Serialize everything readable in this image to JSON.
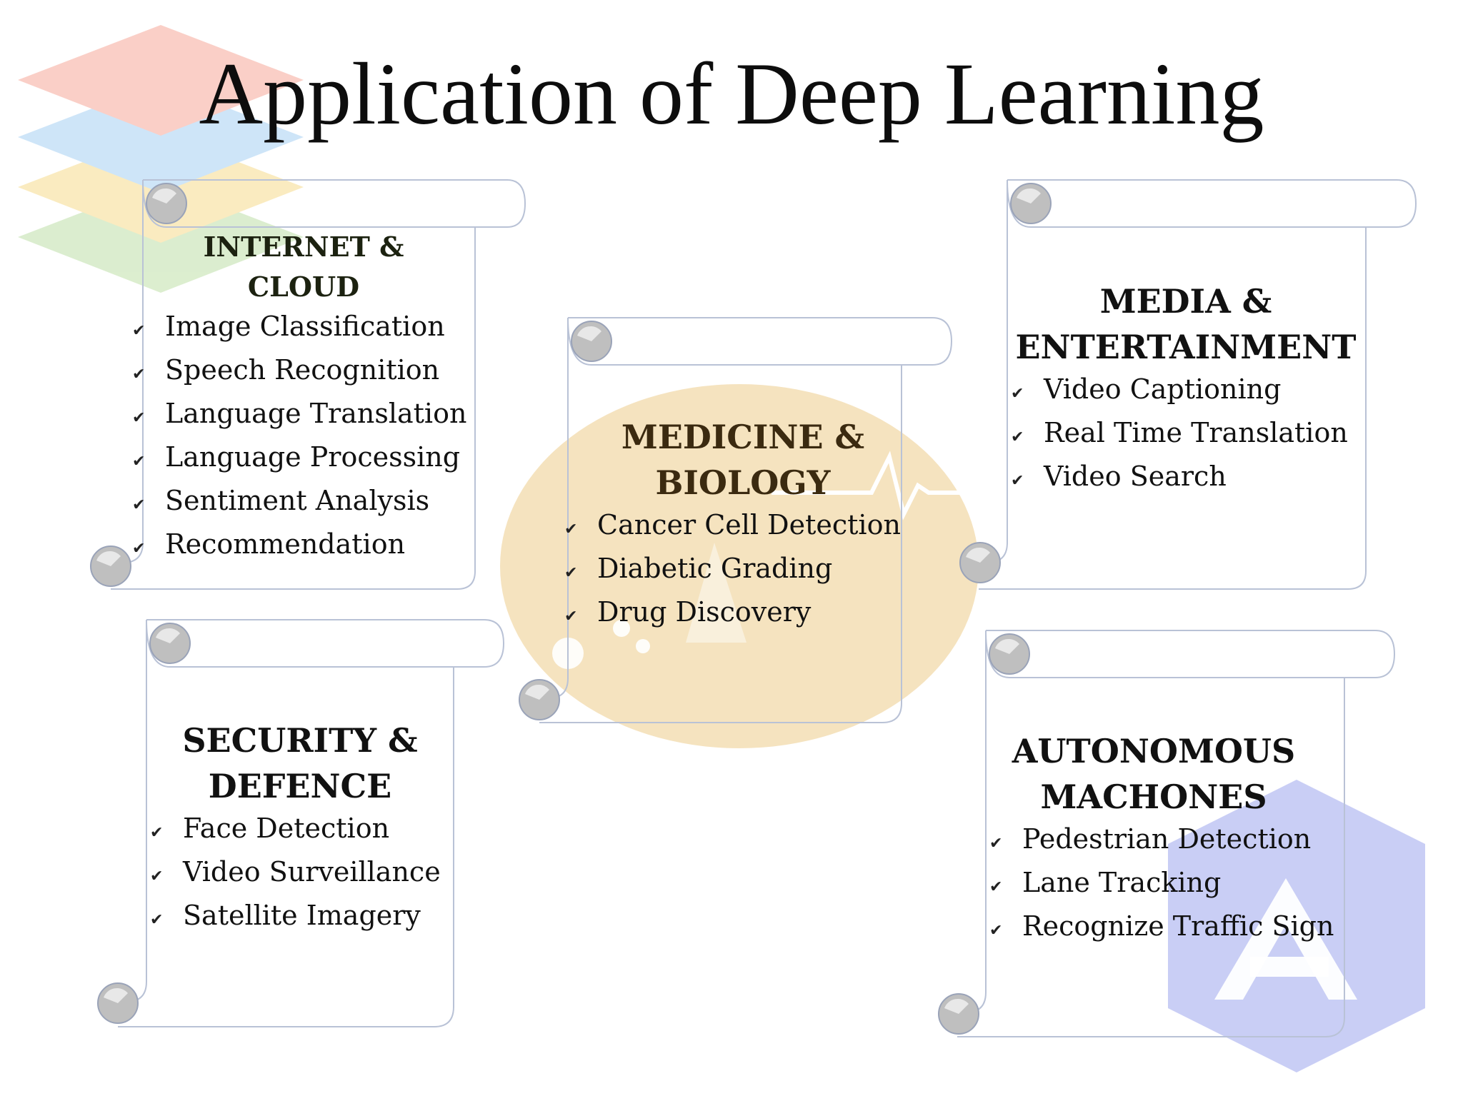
{
  "title": "Application of Deep Learning",
  "colors": {
    "scroll_stroke": "#b9c2d6",
    "curl_fill": "#bfbfbf",
    "watermark_orange": "#f1d9ab",
    "watermark_blue": "#c4cbf4",
    "medicine_title": "#3b2a10"
  },
  "cards": [
    {
      "id": "internet-cloud",
      "title_lines": [
        "INTERNET &",
        "CLOUD"
      ],
      "items": [
        "Image Classification",
        "Speech Recognition",
        "Language Translation",
        "Language Processing",
        "Sentiment Analysis",
        "Recommendation"
      ]
    },
    {
      "id": "medicine-biology",
      "title_lines": [
        "MEDICINE &",
        "BIOLOGY"
      ],
      "items": [
        "Cancer Cell Detection",
        "Diabetic Grading",
        "Drug Discovery"
      ]
    },
    {
      "id": "media-entertainment",
      "title_lines": [
        "MEDIA &",
        "ENTERTAINMENT"
      ],
      "items": [
        "Video Captioning",
        "Real Time Translation",
        "Video Search"
      ]
    },
    {
      "id": "security-defence",
      "title_lines": [
        "SECURITY &",
        "DEFENCE"
      ],
      "items": [
        "Face Detection",
        "Video Surveillance",
        "Satellite Imagery"
      ]
    },
    {
      "id": "autonomous-machones",
      "title_lines": [
        "AUTONOMOUS",
        "MACHONES"
      ],
      "items": [
        "Pedestrian Detection",
        "Lane Tracking",
        "Recognize Traffic Sign"
      ]
    }
  ],
  "check_symbol": "✔"
}
